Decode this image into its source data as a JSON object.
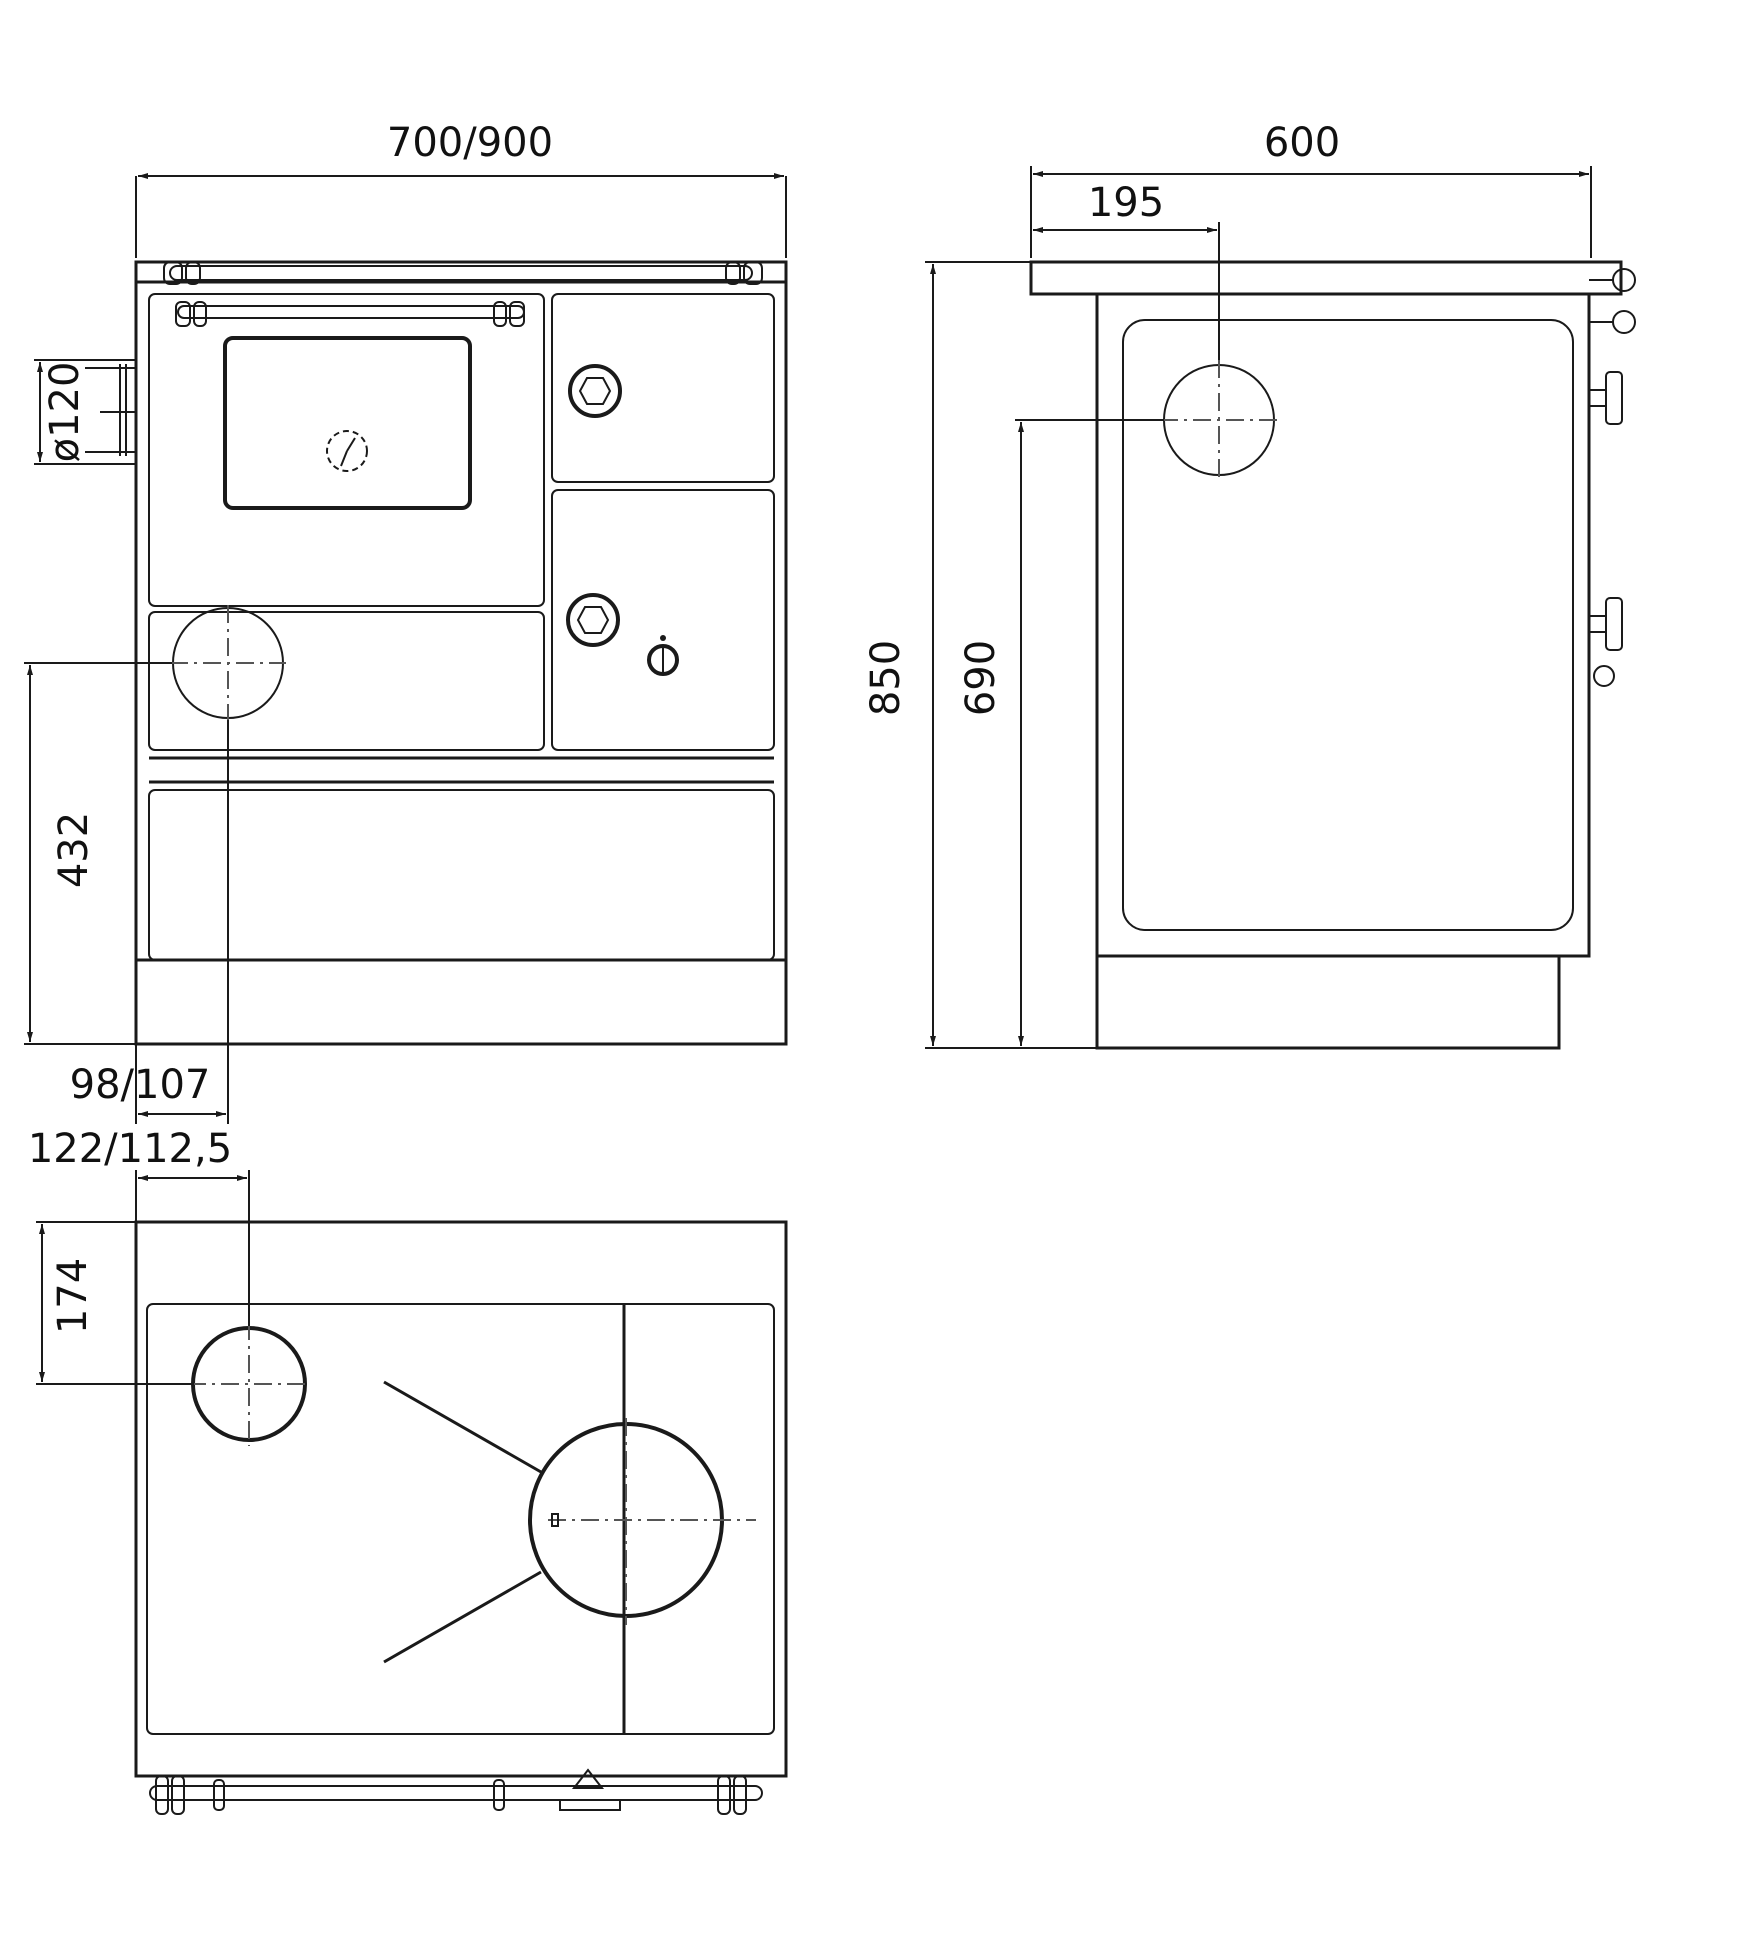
{
  "dimensions": {
    "front_width": "700/900",
    "flue_diameter": "ø120",
    "flue_height_front": "432",
    "flue_offset_front": "98/107",
    "side_depth": "600",
    "flue_offset_side": "195",
    "total_height": "850",
    "flue_height_side": "690",
    "top_offset_x": "122/112,5",
    "top_offset_y": "174"
  },
  "colors": {
    "line": "#1a1a1a",
    "centerline": "#555555",
    "background": "#ffffff"
  }
}
